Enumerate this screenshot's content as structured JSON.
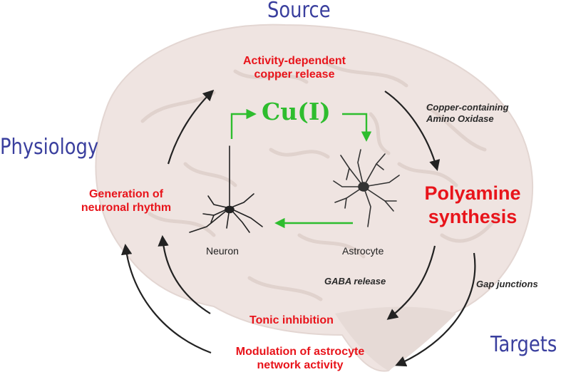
{
  "headings": {
    "source": "Source",
    "physiology": "Physiology",
    "targets": "Targets"
  },
  "center": {
    "ion": "Cu(I)",
    "neuron": "Neuron",
    "astrocyte": "Astrocyte"
  },
  "nodes": {
    "copper_release_1": "Activity-dependent",
    "copper_release_2": "copper release",
    "polyamine_1": "Polyamine",
    "polyamine_2": "synthesis",
    "rhythm_1": "Generation of",
    "rhythm_2": "neuronal rhythm",
    "tonic": "Tonic inhibition",
    "modulation_1": "Modulation of astrocyte",
    "modulation_2": "network activity"
  },
  "edges": {
    "amine_oxidase_1": "Copper-containing",
    "amine_oxidase_2": "Amino Oxidase",
    "gaba": "GABA release",
    "gap": "Gap junctions"
  },
  "colors": {
    "heading": "#3a3f9e",
    "node_text": "#e8141b",
    "ion_arrow": "#2ebd2e",
    "cycle_arrow": "#222222",
    "brain": "#efe4e1"
  }
}
